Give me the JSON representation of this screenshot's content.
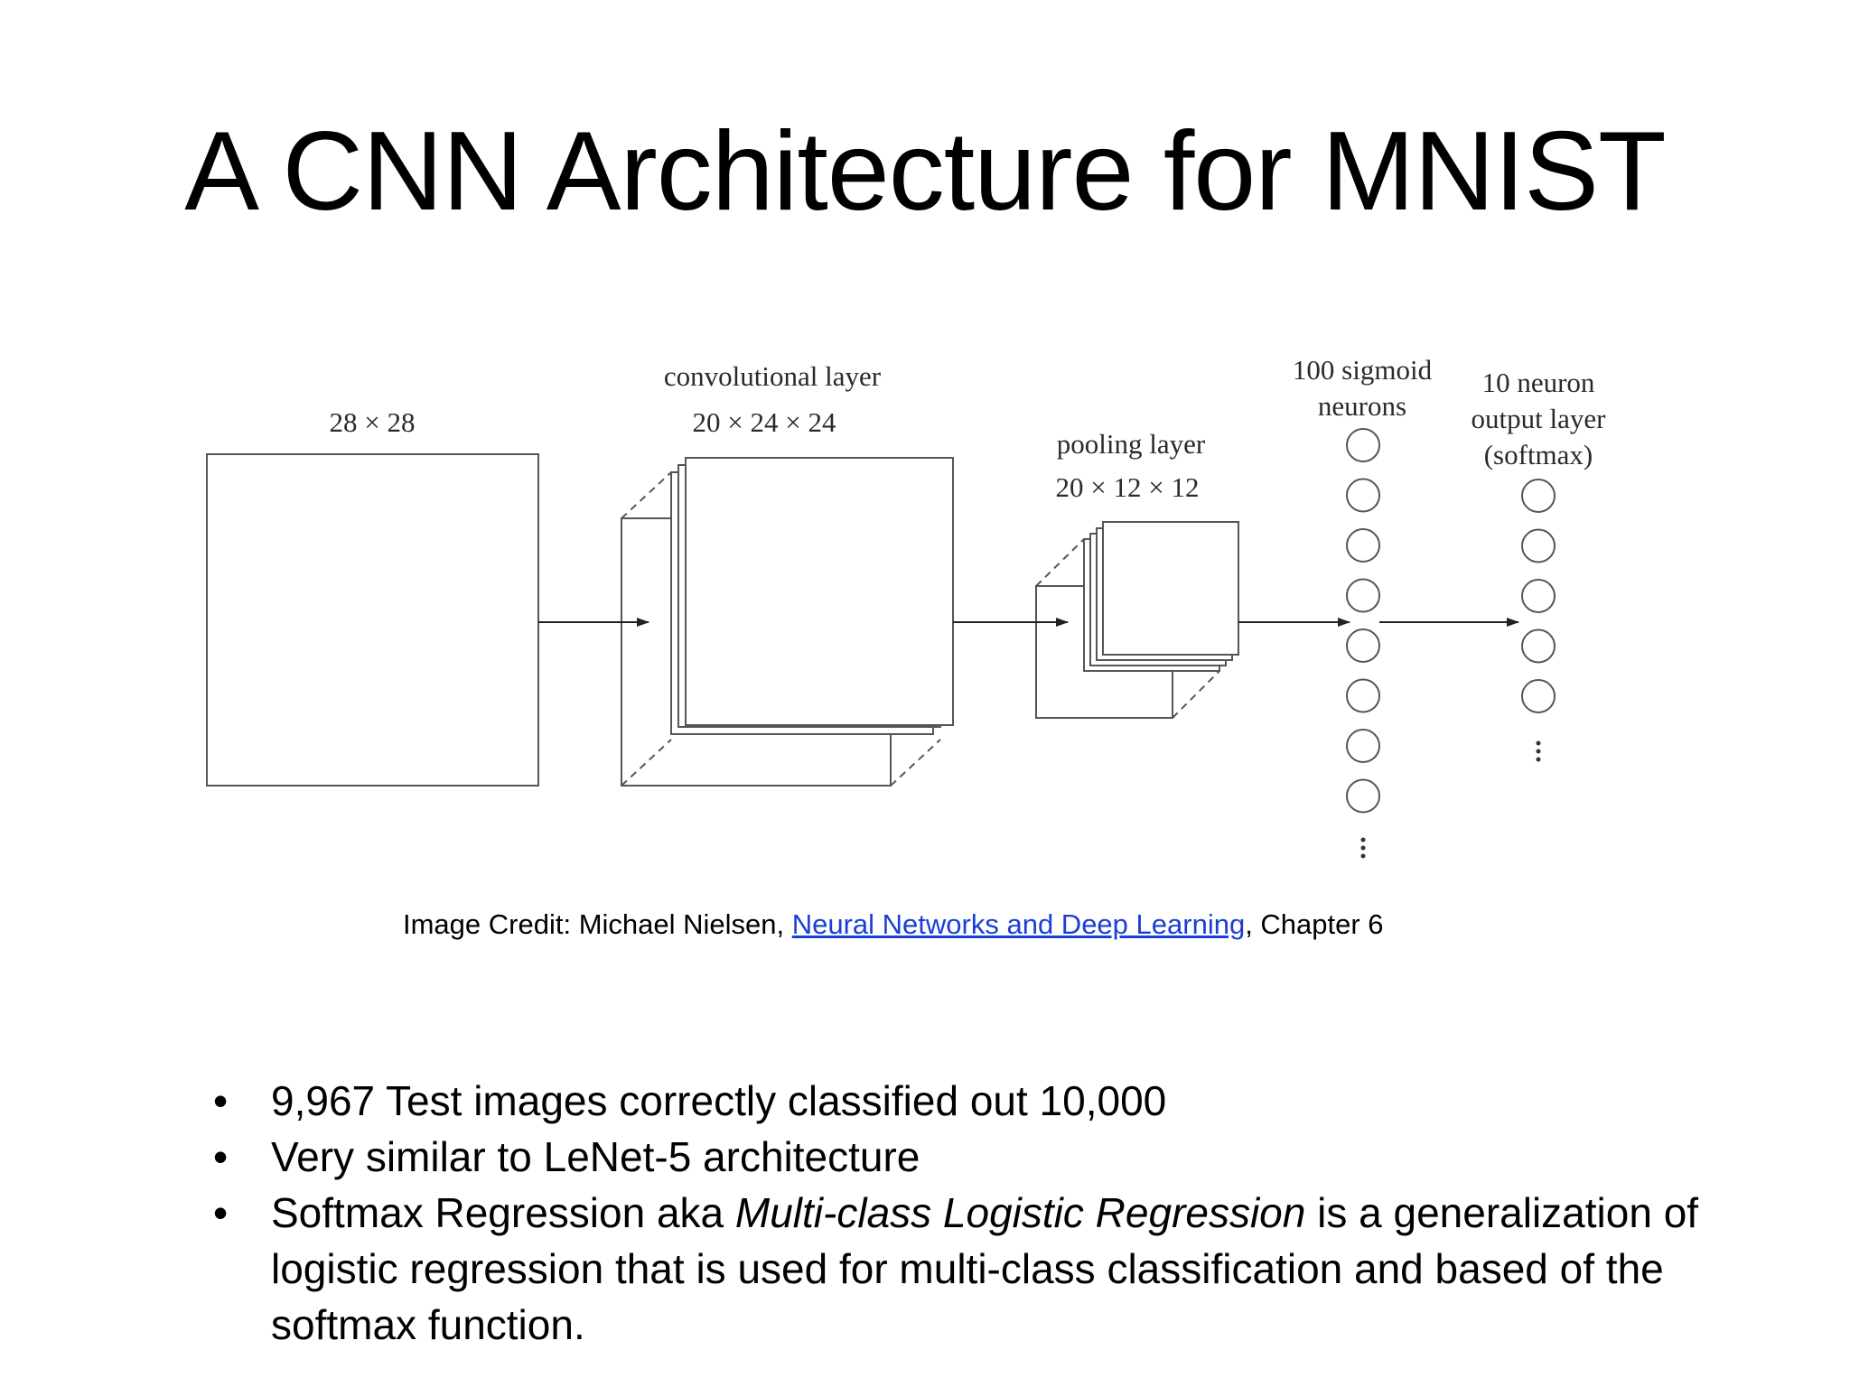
{
  "title": "A CNN Architecture for MNIST",
  "diagram": {
    "input_label": "28 × 28",
    "conv_label_1": "convolutional layer",
    "conv_label_2": "20 × 24 × 24",
    "pool_label_1": "pooling layer",
    "pool_label_2": "20 × 12 × 12",
    "sigmoid_label_1": "100 sigmoid",
    "sigmoid_label_2": "neurons",
    "output_label_1": "10 neuron",
    "output_label_2": "output layer",
    "output_label_3": "(softmax)",
    "sigmoid_neuron_circles_drawn": 8,
    "output_neuron_circles_drawn": 5
  },
  "credit": {
    "prefix": "Image Credit: Michael Nielsen, ",
    "link_text": "Neural Networks and Deep Learning",
    "suffix": ", Chapter 6"
  },
  "bullets": [
    {
      "text": "9,967 Test images  correctly classified out 10,000"
    },
    {
      "text": "Very similar to LeNet-5 architecture"
    },
    {
      "text_before": "Softmax Regression aka ",
      "text_italic": "Multi-class Logistic Regression",
      "text_after": " is a generalization of logistic regression that is used for multi-class classification and based of the softmax function."
    }
  ],
  "bullet_symbol": "•"
}
